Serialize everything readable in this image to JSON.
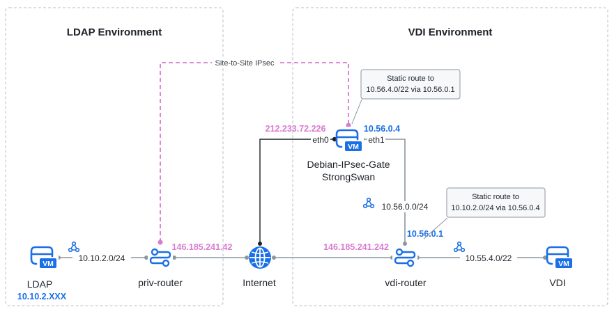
{
  "environments": {
    "ldap": {
      "title": "LDAP Environment"
    },
    "vdi": {
      "title": "VDI Environment"
    }
  },
  "tunnel": {
    "label": "Site-to-Site IPsec"
  },
  "nodes": {
    "ldap_vm": {
      "name": "LDAP",
      "ip": "10.10.2.XXX",
      "badge": "VM"
    },
    "priv_router": {
      "name": "priv-router",
      "public_ip": "146.185.241.42"
    },
    "internet": {
      "name": "Internet"
    },
    "gateway": {
      "name": "Debian-IPsec-Gate",
      "subtitle": "StrongSwan",
      "badge": "VM",
      "public_ip": "212.233.72.226",
      "private_ip": "10.56.0.4",
      "eth0": "eth0",
      "eth1": "eth1"
    },
    "vdi_router": {
      "name": "vdi-router",
      "public_ip": "146.185.241.242",
      "private_ip": "10.56.0.1"
    },
    "vdi_vm": {
      "name": "VDI",
      "badge": "VM"
    }
  },
  "subnets": {
    "ldap": "10.10.2.0/24",
    "transit": "10.56.0.0/24",
    "vdi": "10.55.4.0/22"
  },
  "callouts": {
    "gateway_route": {
      "line1": "Static route to",
      "line2": "10.56.4.0/22 via 10.56.0.1"
    },
    "vdi_router_route": {
      "line1": "Static route to",
      "line2": "10.10.2.0/24 via 10.56.0.4"
    }
  },
  "colors": {
    "blue": "#1a6fe6",
    "pink": "#d97bd0",
    "line": "#8c96a0",
    "border": "#b9bec4"
  }
}
